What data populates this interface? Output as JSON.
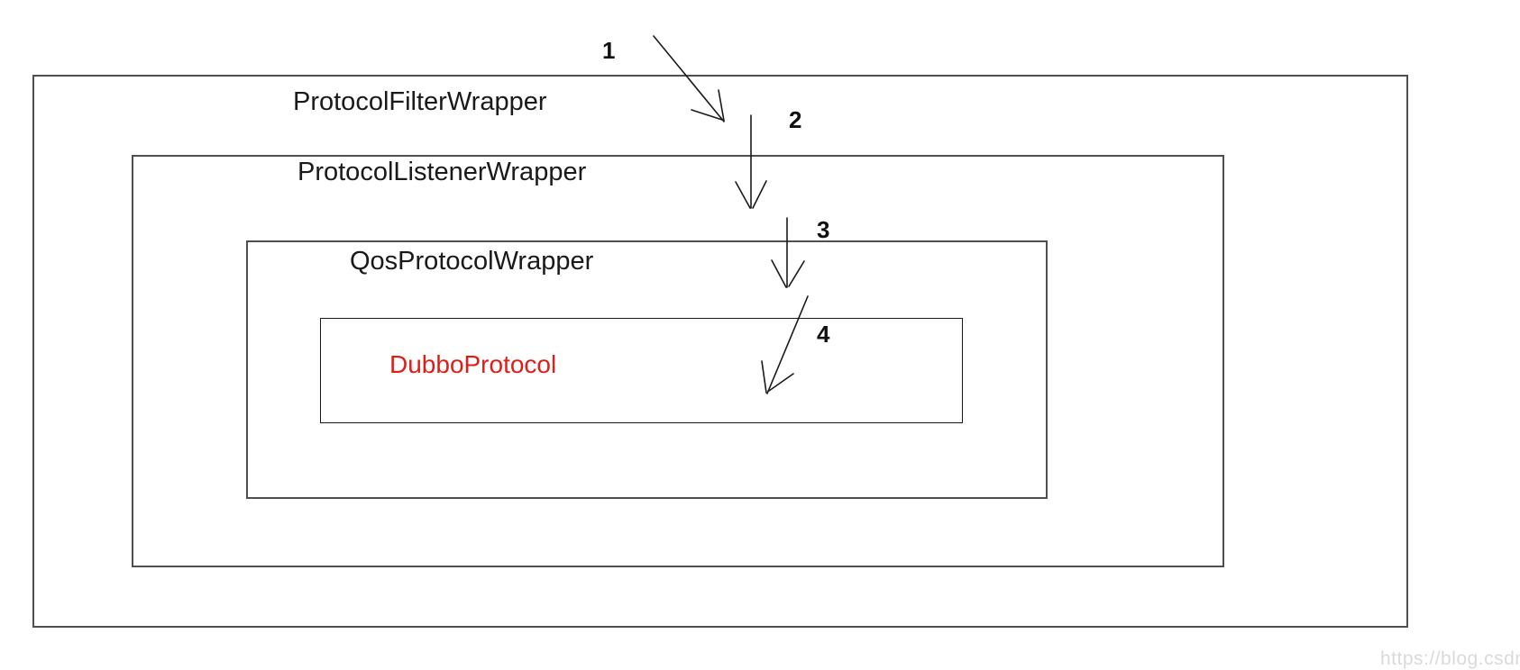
{
  "diagram": {
    "boxes": [
      {
        "id": "protocol-filter-wrapper",
        "label": "ProtocolFilterWrapper"
      },
      {
        "id": "protocol-listener-wrapper",
        "label": "ProtocolListenerWrapper"
      },
      {
        "id": "qos-protocol-wrapper",
        "label": "QosProtocolWrapper"
      },
      {
        "id": "dubbo-protocol",
        "label": "DubboProtocol"
      }
    ],
    "arrows": [
      {
        "label": "1"
      },
      {
        "label": "2"
      },
      {
        "label": "3"
      },
      {
        "label": "4"
      }
    ]
  },
  "watermark": {
    "text": "https://blog.csdn.n"
  },
  "colors": {
    "box_border": "#4f4f4f",
    "inner_box_border": "#1a1a1a",
    "label_text": "#1a1a1a",
    "highlight_text": "#e01e17",
    "arrow": "#1a1a1a",
    "watermark": "#dadada"
  }
}
